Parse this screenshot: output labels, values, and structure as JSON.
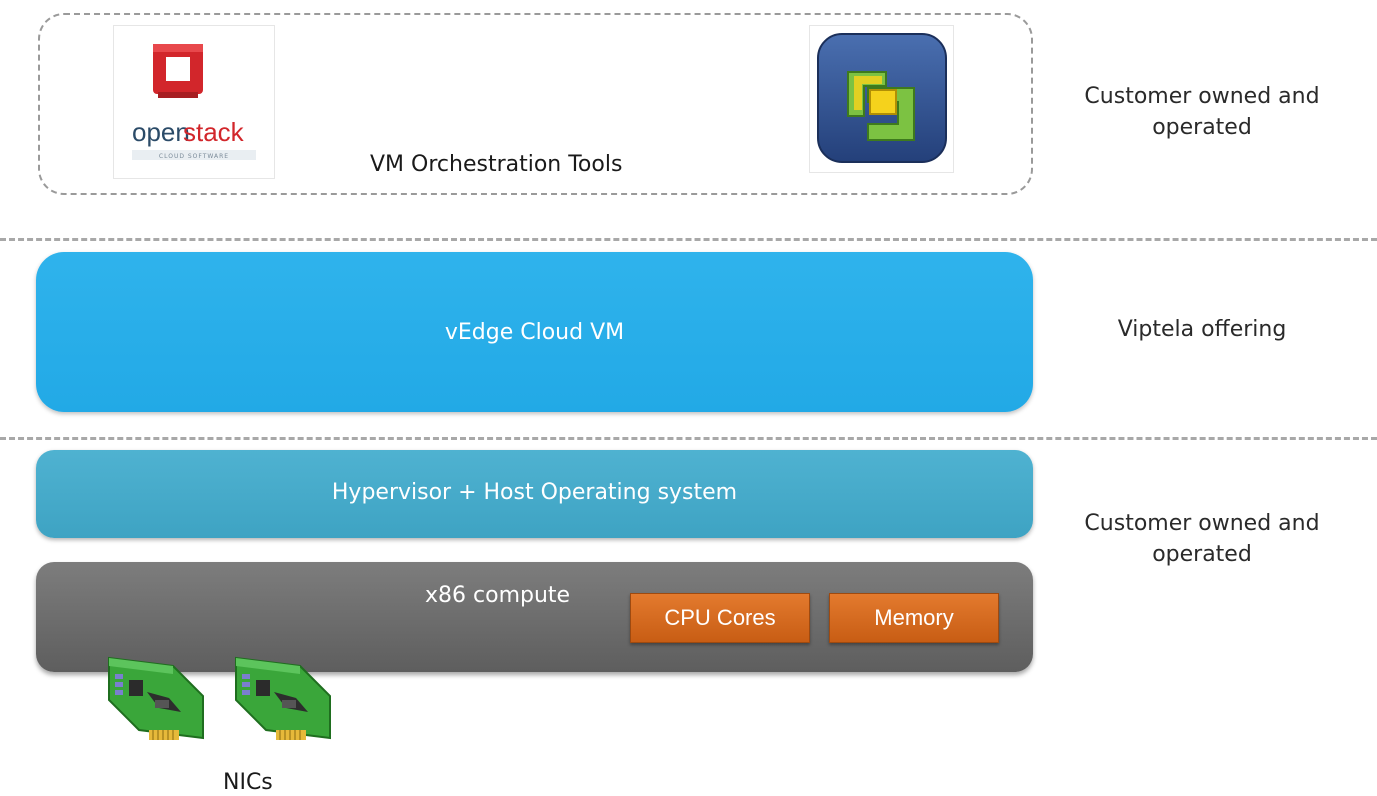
{
  "orchestration": {
    "label": "VM Orchestration Tools",
    "openstack_logo": {
      "icon": "openstack-logo-icon",
      "wordmark_open": "open",
      "wordmark_stack": "stack",
      "tagline": "CLOUD SOFTWARE"
    },
    "vsphere_logo": {
      "icon": "vsphere-logo-icon"
    }
  },
  "side_labels": {
    "top_line1": "Customer owned and",
    "top_line2": "operated",
    "middle": "Viptela offering",
    "bottom_line1": "Customer owned and",
    "bottom_line2": "operated"
  },
  "layers": {
    "vedge": "vEdge Cloud VM",
    "hypervisor": "Hypervisor + Host Operating system",
    "compute": "x86 compute",
    "cpu": "CPU Cores",
    "memory": "Memory"
  },
  "nics": {
    "label": "NICs",
    "icon": "network-card-icon"
  },
  "colors": {
    "vedge": "#22a9e6",
    "hypervisor": "#45a9c9",
    "compute": "#6b6b6b",
    "chip": "#d46a1f",
    "pcb_green": "#3aa63a"
  }
}
